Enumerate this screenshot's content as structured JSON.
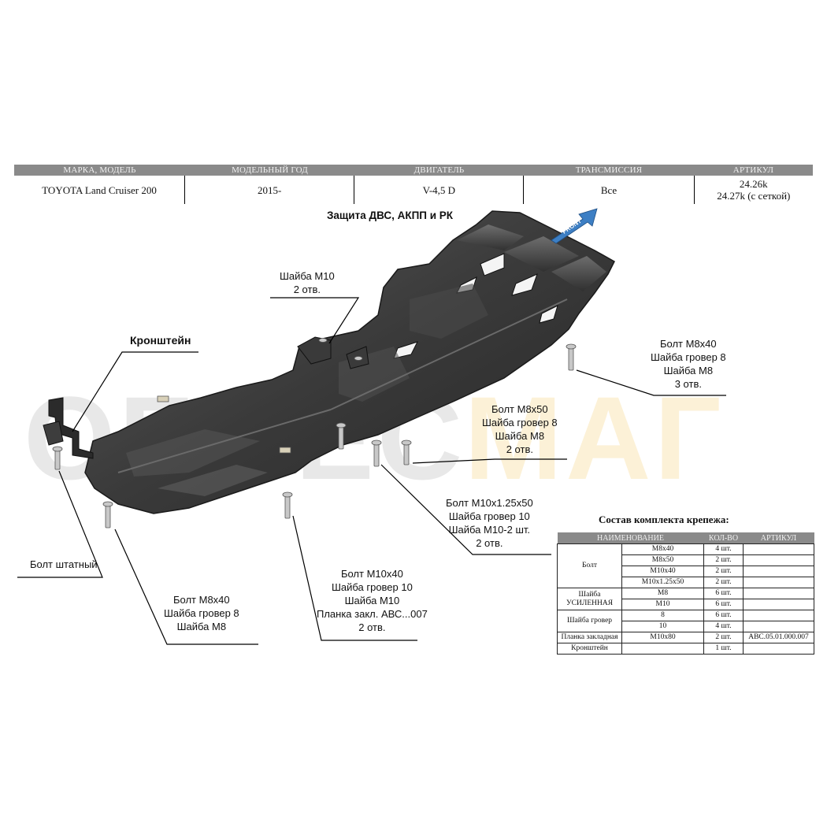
{
  "header": {
    "columns": [
      "МАРКА, МОДЕЛЬ",
      "МОДЕЛЬНЫЙ ГОД",
      "ДВИГАТЕЛЬ",
      "ТРАНСМИССИЯ",
      "АРТИКУЛ"
    ],
    "values": [
      "TOYOTA Land Cruiser 200",
      "2015-",
      "V-4,5 D",
      "Все"
    ],
    "article_line1": "24.26k",
    "article_line2": "24.27k (с сеткой)"
  },
  "title": "Защита ДВС, АКПП и РК",
  "front_label": "FRONT",
  "watermark": {
    "part1": "ОБВЕС",
    "part2": "МАГ"
  },
  "labels": {
    "washer_m10": {
      "l1": "Шайба М10",
      "l2": "2 отв."
    },
    "bracket": "Кронштейн",
    "bolt_m8x40_right": {
      "l1": "Болт М8х40",
      "l2": "Шайба гровер 8",
      "l3": "Шайба М8",
      "l4": "3 отв."
    },
    "bolt_m8x50": {
      "l1": "Болт М8х50",
      "l2": "Шайба гровер 8",
      "l3": "Шайба М8",
      "l4": "2 отв."
    },
    "bolt_m10x125": {
      "l1": "Болт М10х1.25х50",
      "l2": "Шайба гровер 10",
      "l3": "Шайба М10-2 шт.",
      "l4": "2 отв."
    },
    "bolt_m10x40": {
      "l1": "Болт М10х40",
      "l2": "Шайба гровер 10",
      "l3": "Шайба М10",
      "l4": "Планка закл. АВС...007",
      "l5": "2 отв."
    },
    "bolt_m8x40_left": {
      "l1": "Болт М8х40",
      "l2": "Шайба гровер 8",
      "l3": "Шайба М8"
    },
    "bolt_standard": "Болт штатный"
  },
  "kit": {
    "title": "Состав комплекта крепежа:",
    "headers": [
      "НАИМЕНОВАНИЕ",
      "КОЛ-ВО",
      "АРТИКУЛ"
    ],
    "bolt_name": "Болт",
    "bolt_rows": [
      {
        "size": "М8х40",
        "qty": "4 шт.",
        "art": ""
      },
      {
        "size": "М8х50",
        "qty": "2 шт.",
        "art": ""
      },
      {
        "size": "М10х40",
        "qty": "2 шт.",
        "art": ""
      },
      {
        "size": "М10х1.25х50",
        "qty": "2 шт.",
        "art": ""
      }
    ],
    "washer_name_l1": "Шайба",
    "washer_name_l2": "УСИЛЕННАЯ",
    "washer_rows": [
      {
        "size": "М8",
        "qty": "6 шт.",
        "art": ""
      },
      {
        "size": "М10",
        "qty": "6 шт.",
        "art": ""
      }
    ],
    "grover_name": "Шайба гровер",
    "grover_rows": [
      {
        "size": "8",
        "qty": "6 шт.",
        "art": ""
      },
      {
        "size": "10",
        "qty": "4 шт.",
        "art": ""
      }
    ],
    "plate": {
      "name": "Планка закладная",
      "size": "М10х80",
      "qty": "2 шт.",
      "art": "АВС.05.01.000.007"
    },
    "bracket": {
      "name": "Кронштейн",
      "size": "",
      "qty": "1 шт.",
      "art": ""
    }
  }
}
